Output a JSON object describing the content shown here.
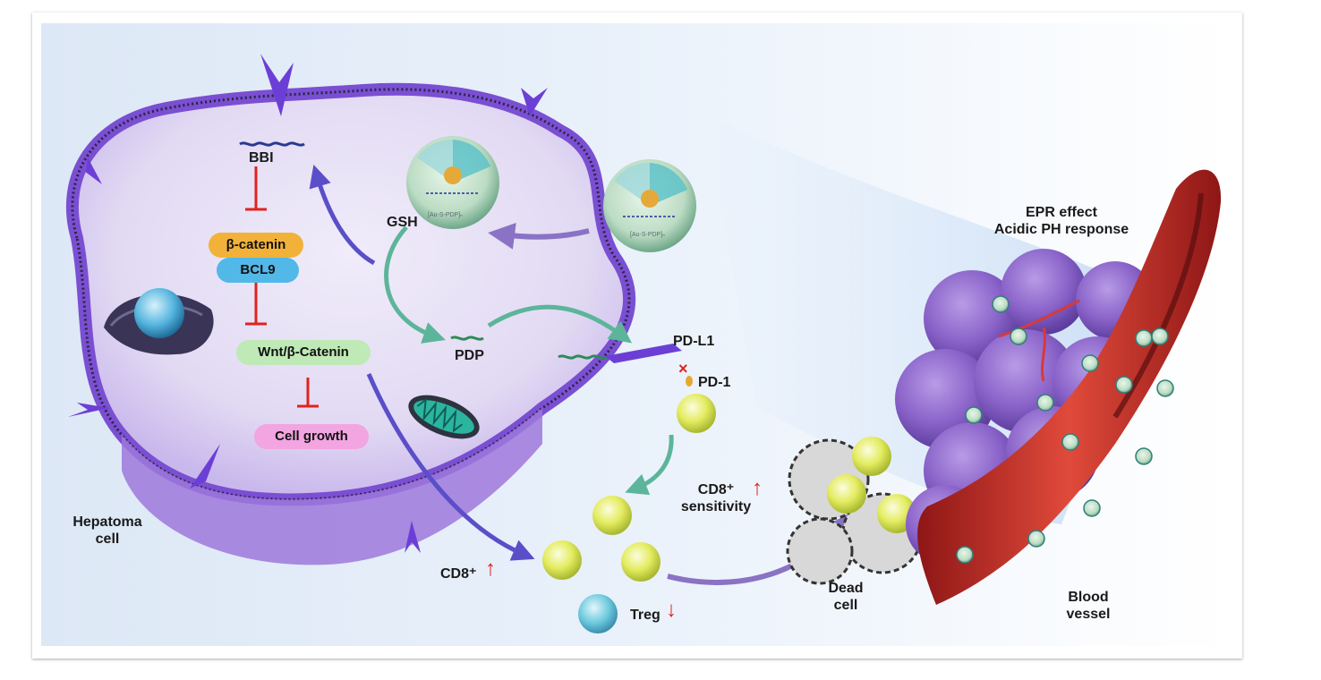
{
  "colors": {
    "membrane": "#8d63d6",
    "cytoplasm": "#e6e0f4",
    "inhibit": "#e0231b",
    "t_cell": "#e2ea6a",
    "treg": "#6cc9dd",
    "vessel": "#c42a2a",
    "tumor": "#8a63c9",
    "np_core": "#d9ecdf"
  },
  "icons": [
    "receptor-icon",
    "nucleus-icon",
    "mitochondrion-icon",
    "nanoparticle-icon",
    "t-cell-icon",
    "treg-cell-icon",
    "dead-cell-icon",
    "tumor-icon",
    "blood-vessel-icon"
  ],
  "labels": {
    "bbi": "BBI",
    "beta_catenin": "β-catenin",
    "bcl9": "BCL9",
    "wnt": "Wnt/β-Catenin",
    "cell_growth": "Cell growth",
    "gsh": "GSH",
    "pdp": "PDP",
    "pd_l1": "PD-L1",
    "pd_1": "PD-1",
    "cd8_sens_line1": "CD8⁺",
    "cd8_sens_line2": "sensitivity",
    "cd8": "CD8⁺",
    "treg": "Treg",
    "hepatoma_line1": "Hepatoma",
    "hepatoma_line2": "cell",
    "epr_line1": "EPR effect",
    "epr_line2": "Acidic PH response",
    "dead_line1": "Dead",
    "dead_line2": "cell",
    "vessel_line1": "Blood",
    "vessel_line2": "vessel",
    "np_label": "[Au-S-PDP]ₙ",
    "up": "↑",
    "down": "↓"
  }
}
